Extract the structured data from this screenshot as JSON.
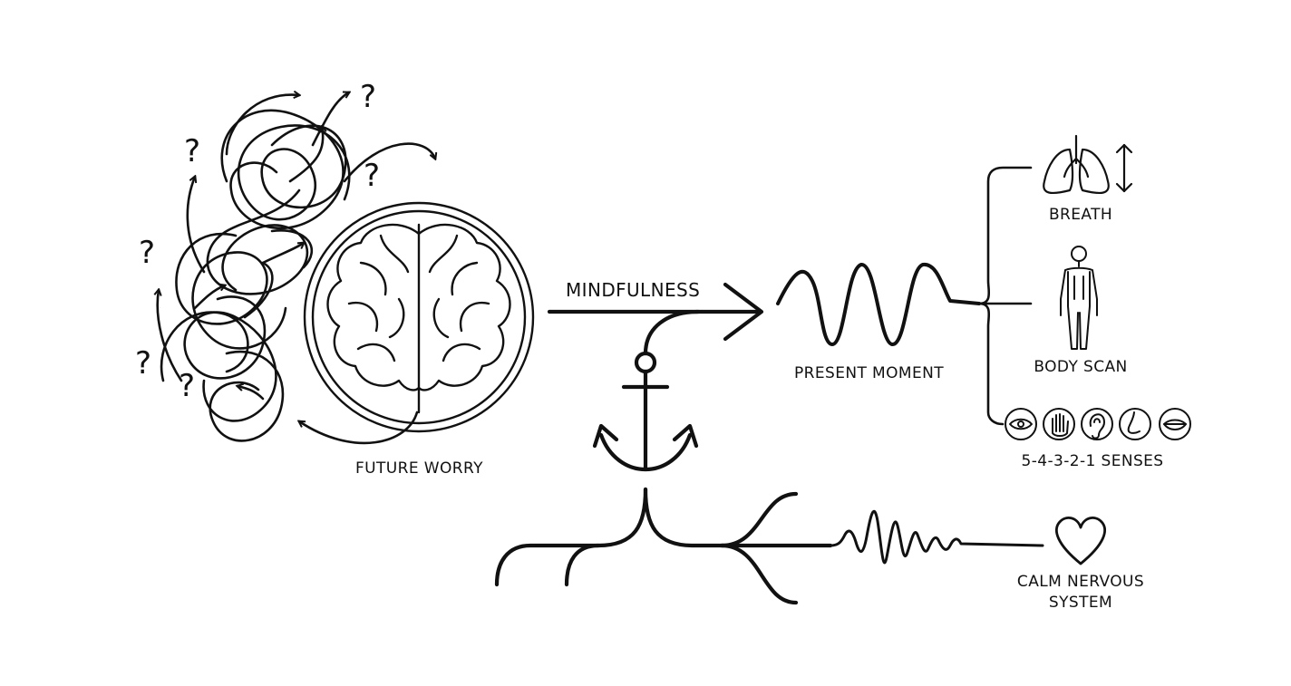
{
  "labels": {
    "future_worry": "FUTURE WORRY",
    "mindfulness": "MINDFULNESS",
    "present_moment": "PRESENT MOMENT",
    "breath": "BREATH",
    "body_scan": "BODY SCAN",
    "senses": "5-4-3-2-1 SENSES",
    "calm_line1": "CALM NERVOUS",
    "calm_line2": "SYSTEM"
  },
  "question_marks": [
    "?",
    "?",
    "?",
    "?",
    "?",
    "?",
    "?"
  ],
  "icons": {
    "worry": "tangled-thoughts-icon",
    "brain": "brain-icon",
    "anchor": "anchor-icon",
    "roots": "root-branches-icon",
    "lungs": "lungs-icon",
    "body": "human-body-icon",
    "senses": [
      "eye-icon",
      "hand-icon",
      "ear-icon",
      "nose-icon",
      "mouth-icon"
    ],
    "heart": "heart-icon"
  },
  "colors": {
    "stroke": "#111111",
    "background": "#ffffff"
  }
}
